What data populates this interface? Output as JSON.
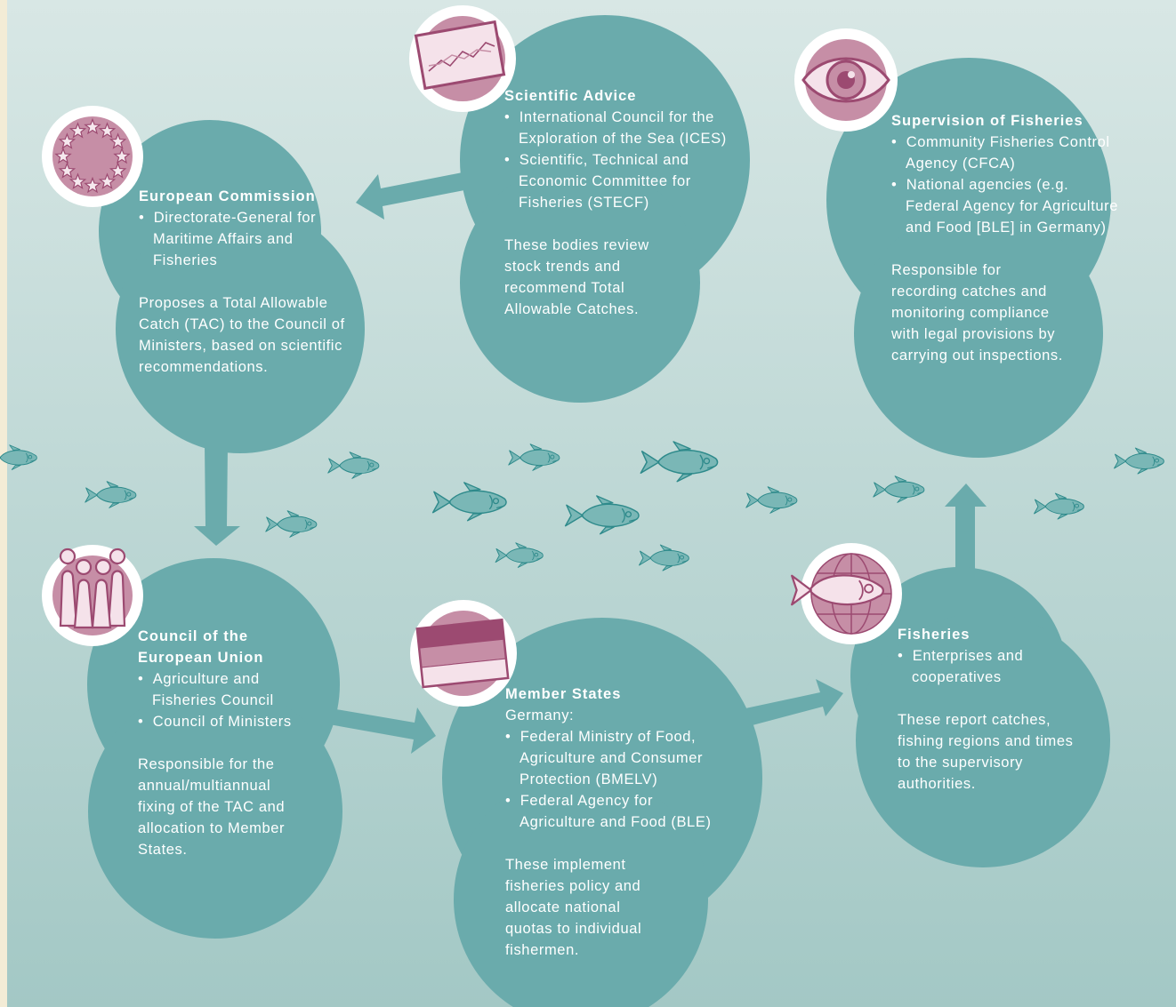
{
  "colors": {
    "bubble": "#6aabac",
    "fish": "#7ab7b6",
    "fish_outline": "#2e8a8b",
    "icon_bg": "#c68ea6",
    "icon_dark": "#9c4a71",
    "icon_light": "#f2dfe6",
    "background_top": "#d7e6e5",
    "background_bottom": "#a4c8c5",
    "left_strip": "#f3ecd6"
  },
  "nodes": {
    "commission": {
      "icon": "eu-stars-icon",
      "title": "European Commission",
      "items": [
        "Directorate-General for Maritime Affairs and Fisheries"
      ],
      "text": "Proposes a Total Allowable Catch (TAC) to the Council of Ministers, based on scientific recommendations."
    },
    "science": {
      "icon": "trend-chart-icon",
      "title": "Scientific Advice",
      "items": [
        "International Council for the Exploration of the Sea (ICES)",
        "Scientific, Technical and Economic Committee for Fisheries (STECF)"
      ],
      "text": "These bodies review stock trends and recommend Total Allowable Catches."
    },
    "supervision": {
      "icon": "eye-icon",
      "title": "Supervision of Fisheries",
      "items": [
        "Community Fisheries Control Agency (CFCA)",
        "National agencies (e.g. Federal Agency for Agriculture and Food [BLE] in Germany)"
      ],
      "text": "Responsible for recording catches and monitoring compliance with legal provisions by carrying out inspections."
    },
    "council": {
      "icon": "council-figures-icon",
      "title": "Council of the European Union",
      "items": [
        "Agriculture and Fisheries Council",
        "Council of Ministers"
      ],
      "text": "Responsible for the annual/multiannual fixing of the TAC and allocation to Member States."
    },
    "member_states": {
      "icon": "flag-icon",
      "title": "Member States",
      "subtitle": "Germany:",
      "items": [
        "Federal Ministry of Food, Agriculture and Consumer Protection (BMELV)",
        "Federal Agency for Agriculture and Food (BLE)"
      ],
      "text": "These implement fisheries policy and allocate national quotas to individual fishermen."
    },
    "fisheries": {
      "icon": "fish-globe-icon",
      "title": "Fisheries",
      "items": [
        "Enterprises and cooperatives"
      ],
      "text": "These report catches, fishing regions and times to the supervisory authorities."
    }
  }
}
